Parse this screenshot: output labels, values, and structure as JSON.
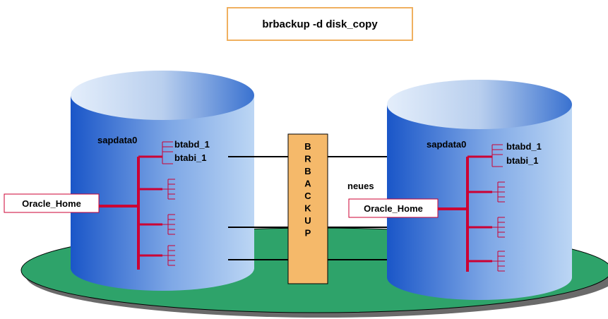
{
  "title": "brbackup -d disk_copy",
  "tool_label": "BRBACKUP",
  "tool_letters": [
    "B",
    "R",
    "B",
    "A",
    "C",
    "K",
    "U",
    "P"
  ],
  "left_disk": {
    "sapdata": "sapdata0",
    "files": [
      "btabd_1",
      "btabi_1"
    ],
    "home_label": "Oracle_Home"
  },
  "right_disk": {
    "sapdata": "sapdata0",
    "files": [
      "btabd_1",
      "btabi_1"
    ],
    "home_label": "Oracle_Home",
    "note": "neues"
  },
  "colors": {
    "title_border": "#f0b060",
    "disk_dark": "#1a56c8",
    "disk_light": "#a8c8f0",
    "tree": "#cc0033",
    "platform": "#2ea36a",
    "tool_fill": "#f5b96a"
  }
}
